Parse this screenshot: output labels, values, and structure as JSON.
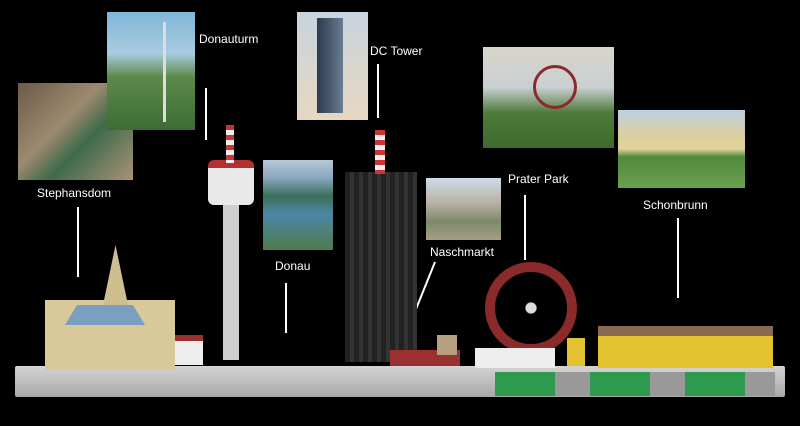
{
  "labels": {
    "stephansdom": "Stephansdom",
    "donauturm": "Donauturm",
    "dc_tower": "DC Tower",
    "donau": "Donau",
    "naschmarkt": "Naschmarkt",
    "prater": "Prater Park",
    "schonbrunn": "Schonbrunn"
  },
  "colors": {
    "background": "#000000",
    "label": "#ffffff",
    "baseplate": "#c8c8c8",
    "tan": "#d8c89a",
    "green": "#2e9b4f",
    "yellow": "#e3c22f"
  }
}
